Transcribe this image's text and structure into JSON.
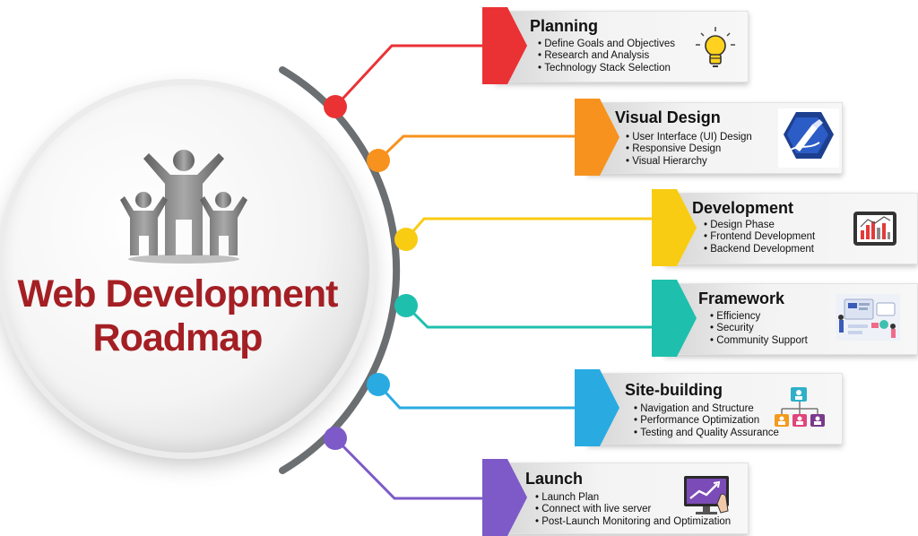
{
  "title": {
    "line1": "Web Development",
    "line2": "Roadmap"
  },
  "colors": {
    "title": "#a41f24",
    "arc": "#6b6f72",
    "people": "#808080",
    "planning": "#ea3235",
    "visual_design": "#f7921e",
    "development": "#f9cc14",
    "framework": "#1fbfae",
    "site_building": "#29abe2",
    "launch": "#7d5ac8"
  },
  "stages": [
    {
      "key": "planning",
      "title": "Planning",
      "color": "#ea3235",
      "icon": "lightbulb-icon",
      "items": [
        "Define Goals and Objectives",
        "Research and Analysis",
        "Technology Stack Selection"
      ]
    },
    {
      "key": "visual_design",
      "title": "Visual Design",
      "color": "#f7921e",
      "icon": "design-pen-icon",
      "items": [
        "User Interface (UI) Design",
        "Responsive Design",
        "Visual Hierarchy"
      ]
    },
    {
      "key": "development",
      "title": "Development",
      "color": "#f9cc14",
      "icon": "tablet-chart-icon",
      "items": [
        "Design Phase",
        "Frontend Development",
        "Backend Development"
      ]
    },
    {
      "key": "framework",
      "title": "Framework",
      "color": "#1fbfae",
      "icon": "framework-illustration-icon",
      "items": [
        "Efficiency",
        "Security",
        "Community Support"
      ]
    },
    {
      "key": "site_building",
      "title": "Site-building",
      "color": "#29abe2",
      "icon": "org-structure-icon",
      "items": [
        "Navigation and Structure",
        "Performance Optimization",
        "Testing and Quality Assurance"
      ]
    },
    {
      "key": "launch",
      "title": "Launch",
      "color": "#7d5ac8",
      "icon": "monitor-growth-icon",
      "items": [
        "Launch Plan",
        "Connect with live server",
        "Post-Launch Monitoring and Optimization"
      ]
    }
  ]
}
